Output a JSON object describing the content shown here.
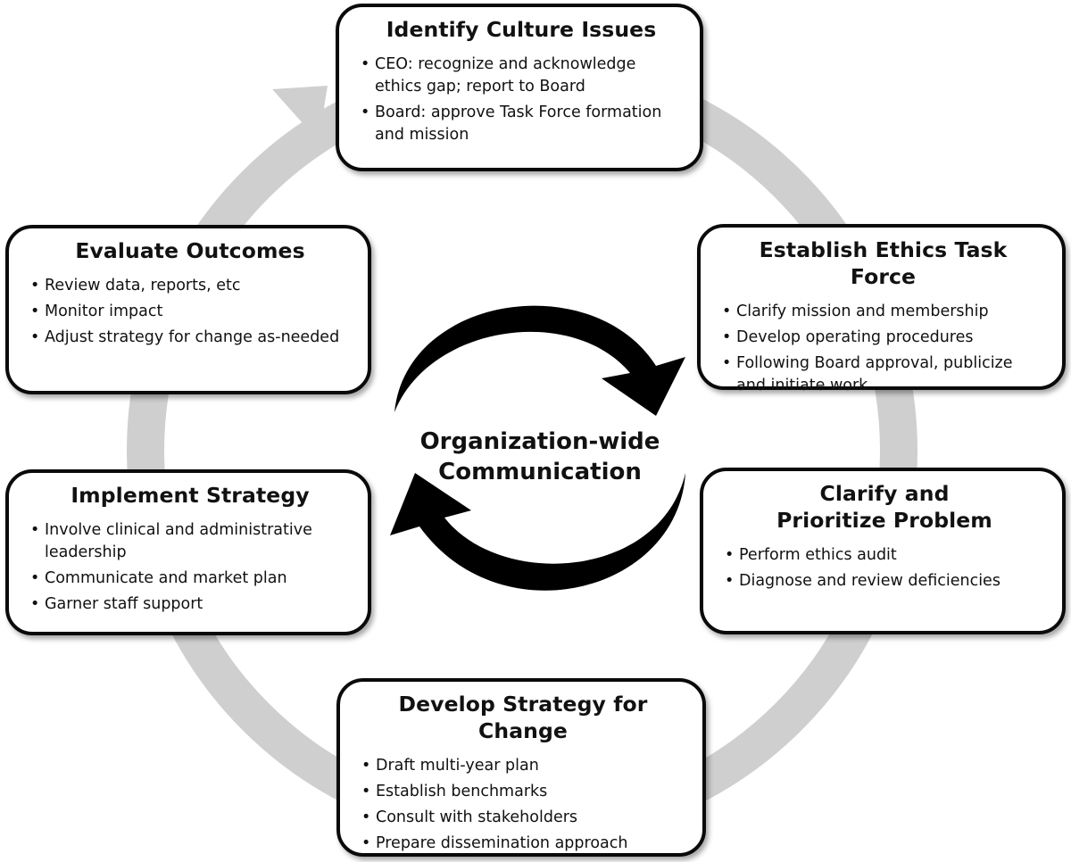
{
  "center_label": {
    "line1": "Organization-wide",
    "line2": "Communication"
  },
  "stages": {
    "identify": {
      "title": "Identify Culture Issues",
      "items": [
        "CEO: recognize and acknowledge ethics gap; report to Board",
        "Board: approve Task Force formation and mission"
      ]
    },
    "establish": {
      "title": "Establish Ethics Task Force",
      "items": [
        "Clarify mission and membership",
        "Develop operating procedures",
        "Following Board approval, publicize and initiate work"
      ]
    },
    "clarify": {
      "title": "Clarify and Prioritize Problem",
      "items": [
        "Perform ethics audit",
        "Diagnose and review deficiencies"
      ]
    },
    "develop": {
      "title": "Develop Strategy for Change",
      "items": [
        "Draft multi-year plan",
        "Establish benchmarks",
        "Consult with stakeholders",
        "Prepare dissemination approach"
      ]
    },
    "implement": {
      "title": "Implement Strategy",
      "items": [
        "Involve clinical and administrative leadership",
        "Communicate and market plan",
        "Garner staff support"
      ]
    },
    "evaluate": {
      "title": "Evaluate Outcomes",
      "items": [
        "Review data, reports, etc",
        "Monitor impact",
        "Adjust strategy for change as-needed"
      ]
    }
  },
  "colors": {
    "ring": "#cfcfcf",
    "center_arrows": "#000000",
    "box_border": "#0a0a0a"
  }
}
